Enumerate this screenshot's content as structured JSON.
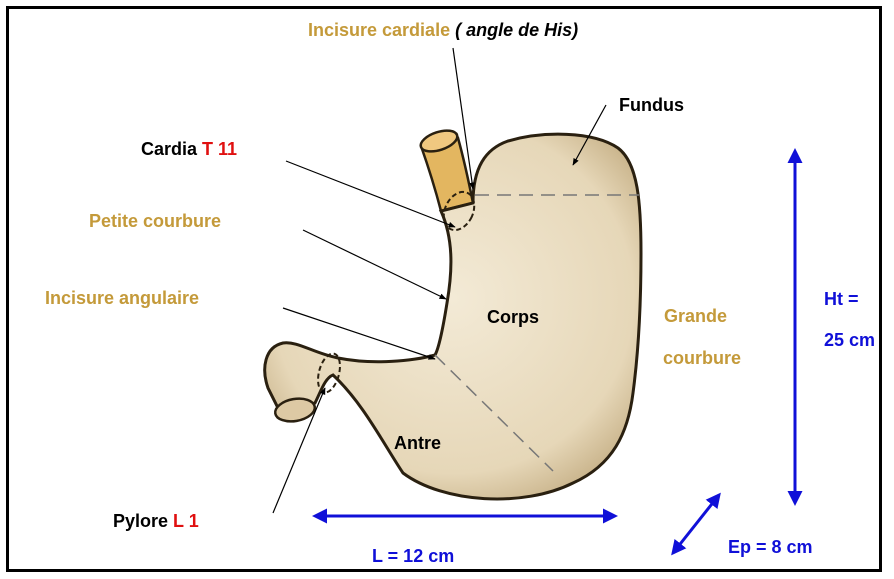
{
  "labels": {
    "incisure_cardiale": "Incisure cardiale",
    "angle_de_his": "( angle de His)",
    "fundus": "Fundus",
    "cardia": "Cardia",
    "cardia_level": "T 11",
    "petite_courbure": "Petite courbure",
    "incisure_angulaire": "Incisure angulaire",
    "corps": "Corps",
    "grande": "Grande",
    "courbure": "courbure",
    "antre": "Antre",
    "pylore": "Pylore",
    "pylore_level": "L 1",
    "ht": "Ht =",
    "ht_value": "25 cm",
    "length": "L = 12 cm",
    "thickness": "Ep = 8 cm"
  },
  "colors": {
    "gold_label": "#c49a3a",
    "blue_dimension": "#1010d8",
    "red_level": "#e01010",
    "stomach_fill": "#ece0c6",
    "esophagus_fill": "#e3b660"
  }
}
